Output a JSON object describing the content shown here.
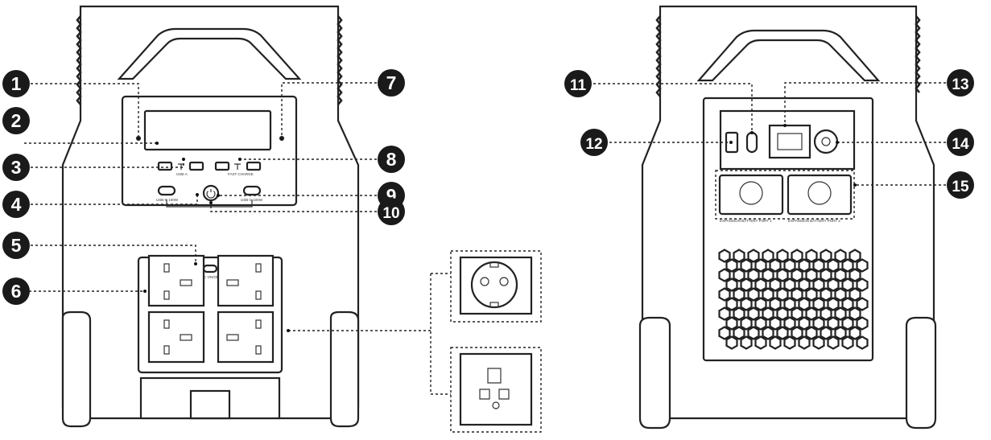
{
  "callouts": [
    {
      "num": "1"
    },
    {
      "num": "2"
    },
    {
      "num": "3"
    },
    {
      "num": "4"
    },
    {
      "num": "5"
    },
    {
      "num": "6"
    },
    {
      "num": "7"
    },
    {
      "num": "8"
    },
    {
      "num": "9"
    },
    {
      "num": "10"
    },
    {
      "num": "11"
    },
    {
      "num": "12"
    },
    {
      "num": "13"
    },
    {
      "num": "14"
    },
    {
      "num": "15"
    }
  ],
  "panel_labels": {
    "usb_a_left": "USB-A",
    "usb_a_right": "FAST CHARGE",
    "usb_c_left": "USB-C 100W",
    "usb_c_right": "USB-C 100W",
    "ac_switch": "AC ON/OFF",
    "expansion_1": "EXPANSION BATTERY PORT 1",
    "expansion_2": "EXPANSION BATTERY PORT 2"
  }
}
